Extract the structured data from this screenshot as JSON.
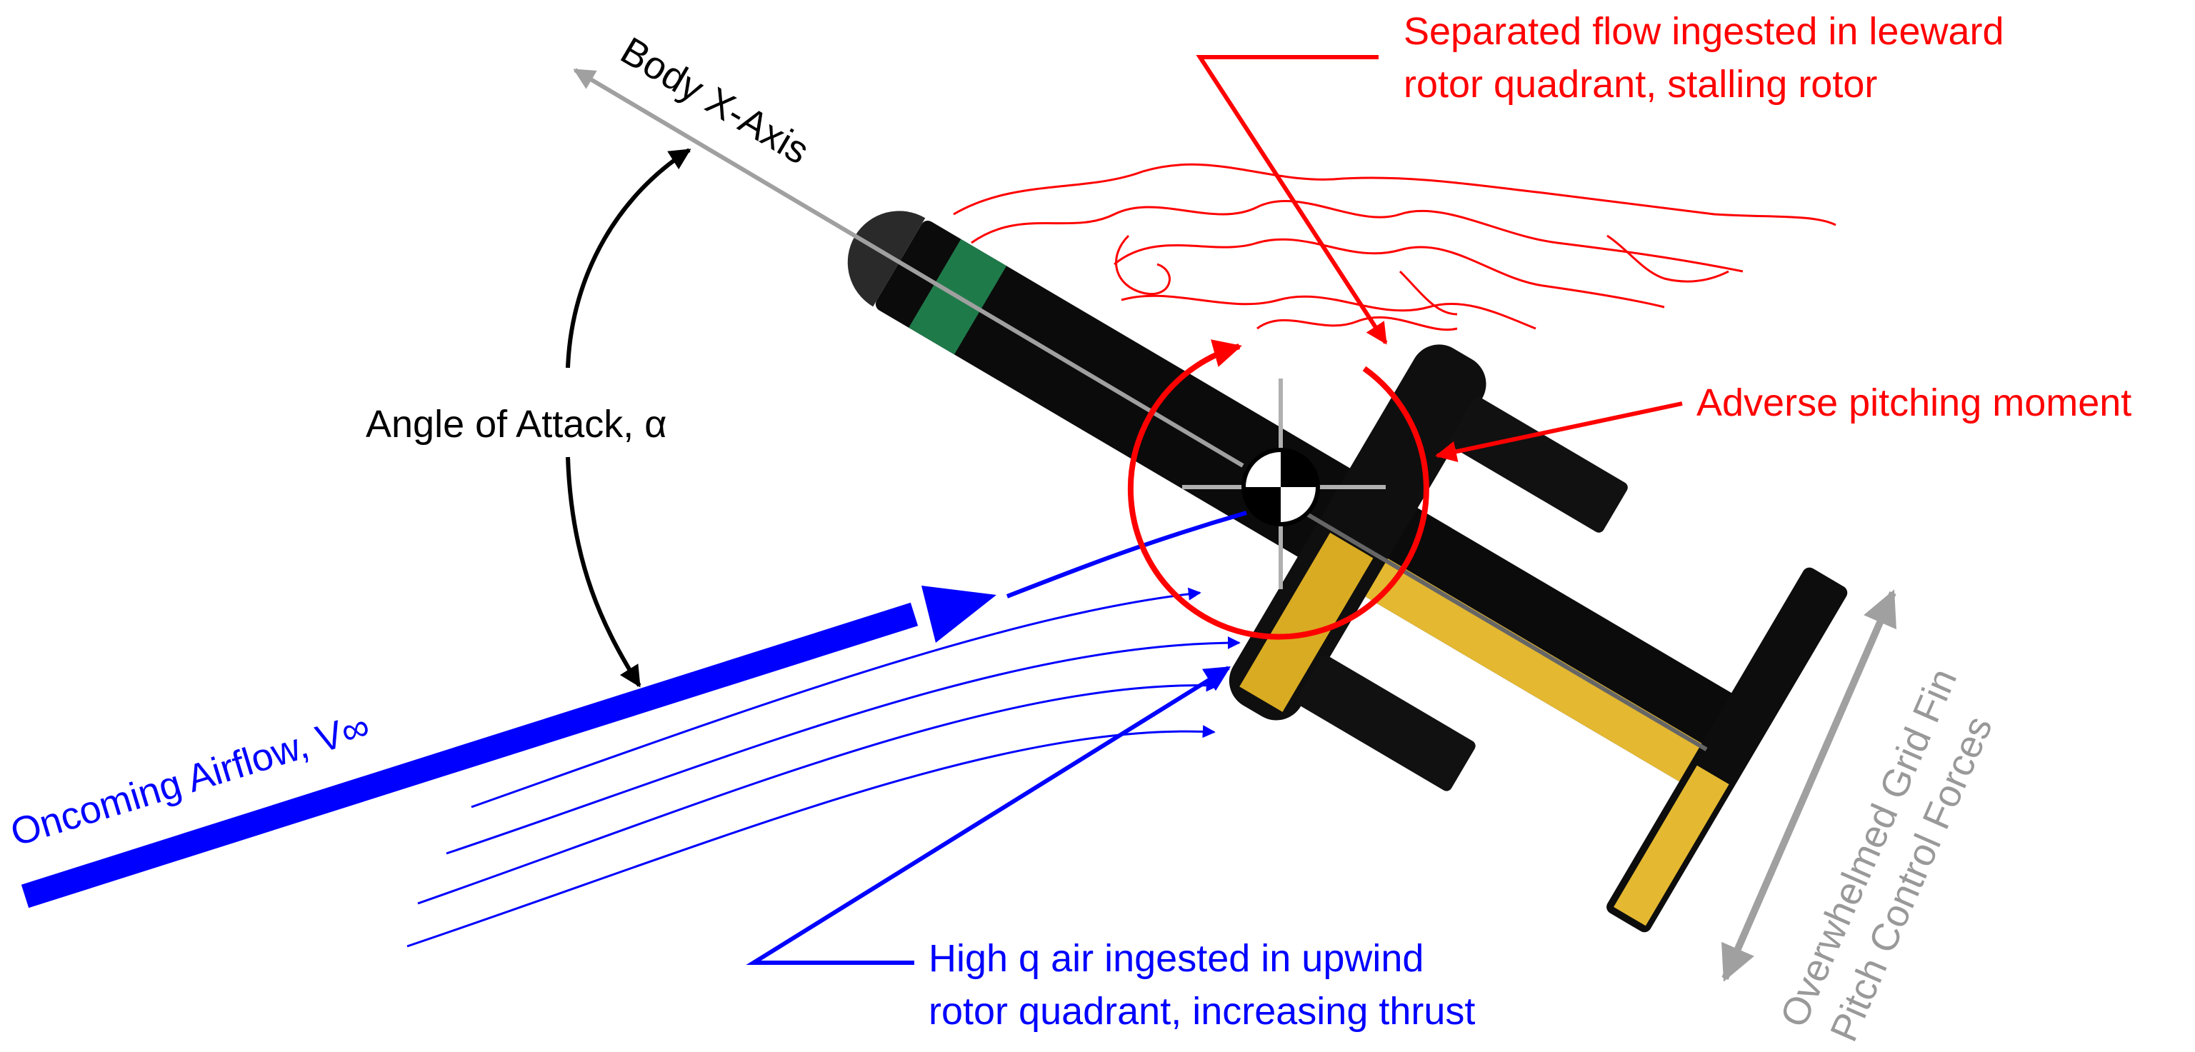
{
  "labels": {
    "body_axis": "Body X-Axis",
    "angle_of_attack": "Angle of Attack, α",
    "oncoming_airflow": "Oncoming Airflow, V∞",
    "separated_flow_line1": "Separated flow ingested in leeward",
    "separated_flow_line2": "rotor quadrant, stalling rotor",
    "adverse_pitching": "Adverse pitching moment",
    "high_q_line1": "High q air ingested in upwind",
    "high_q_line2": "rotor quadrant, increasing thrust",
    "grid_fin_line1": "Overwhelmed Grid Fin",
    "grid_fin_line2": "Pitch Control Forces"
  },
  "colors": {
    "red": "#ff0000",
    "blue": "#0000ff",
    "gray": "#a0a0a0",
    "black": "#000000",
    "vehicle_body": "#0b0b0b",
    "gold": "#e4b830",
    "green_band": "#1f7a4a"
  }
}
